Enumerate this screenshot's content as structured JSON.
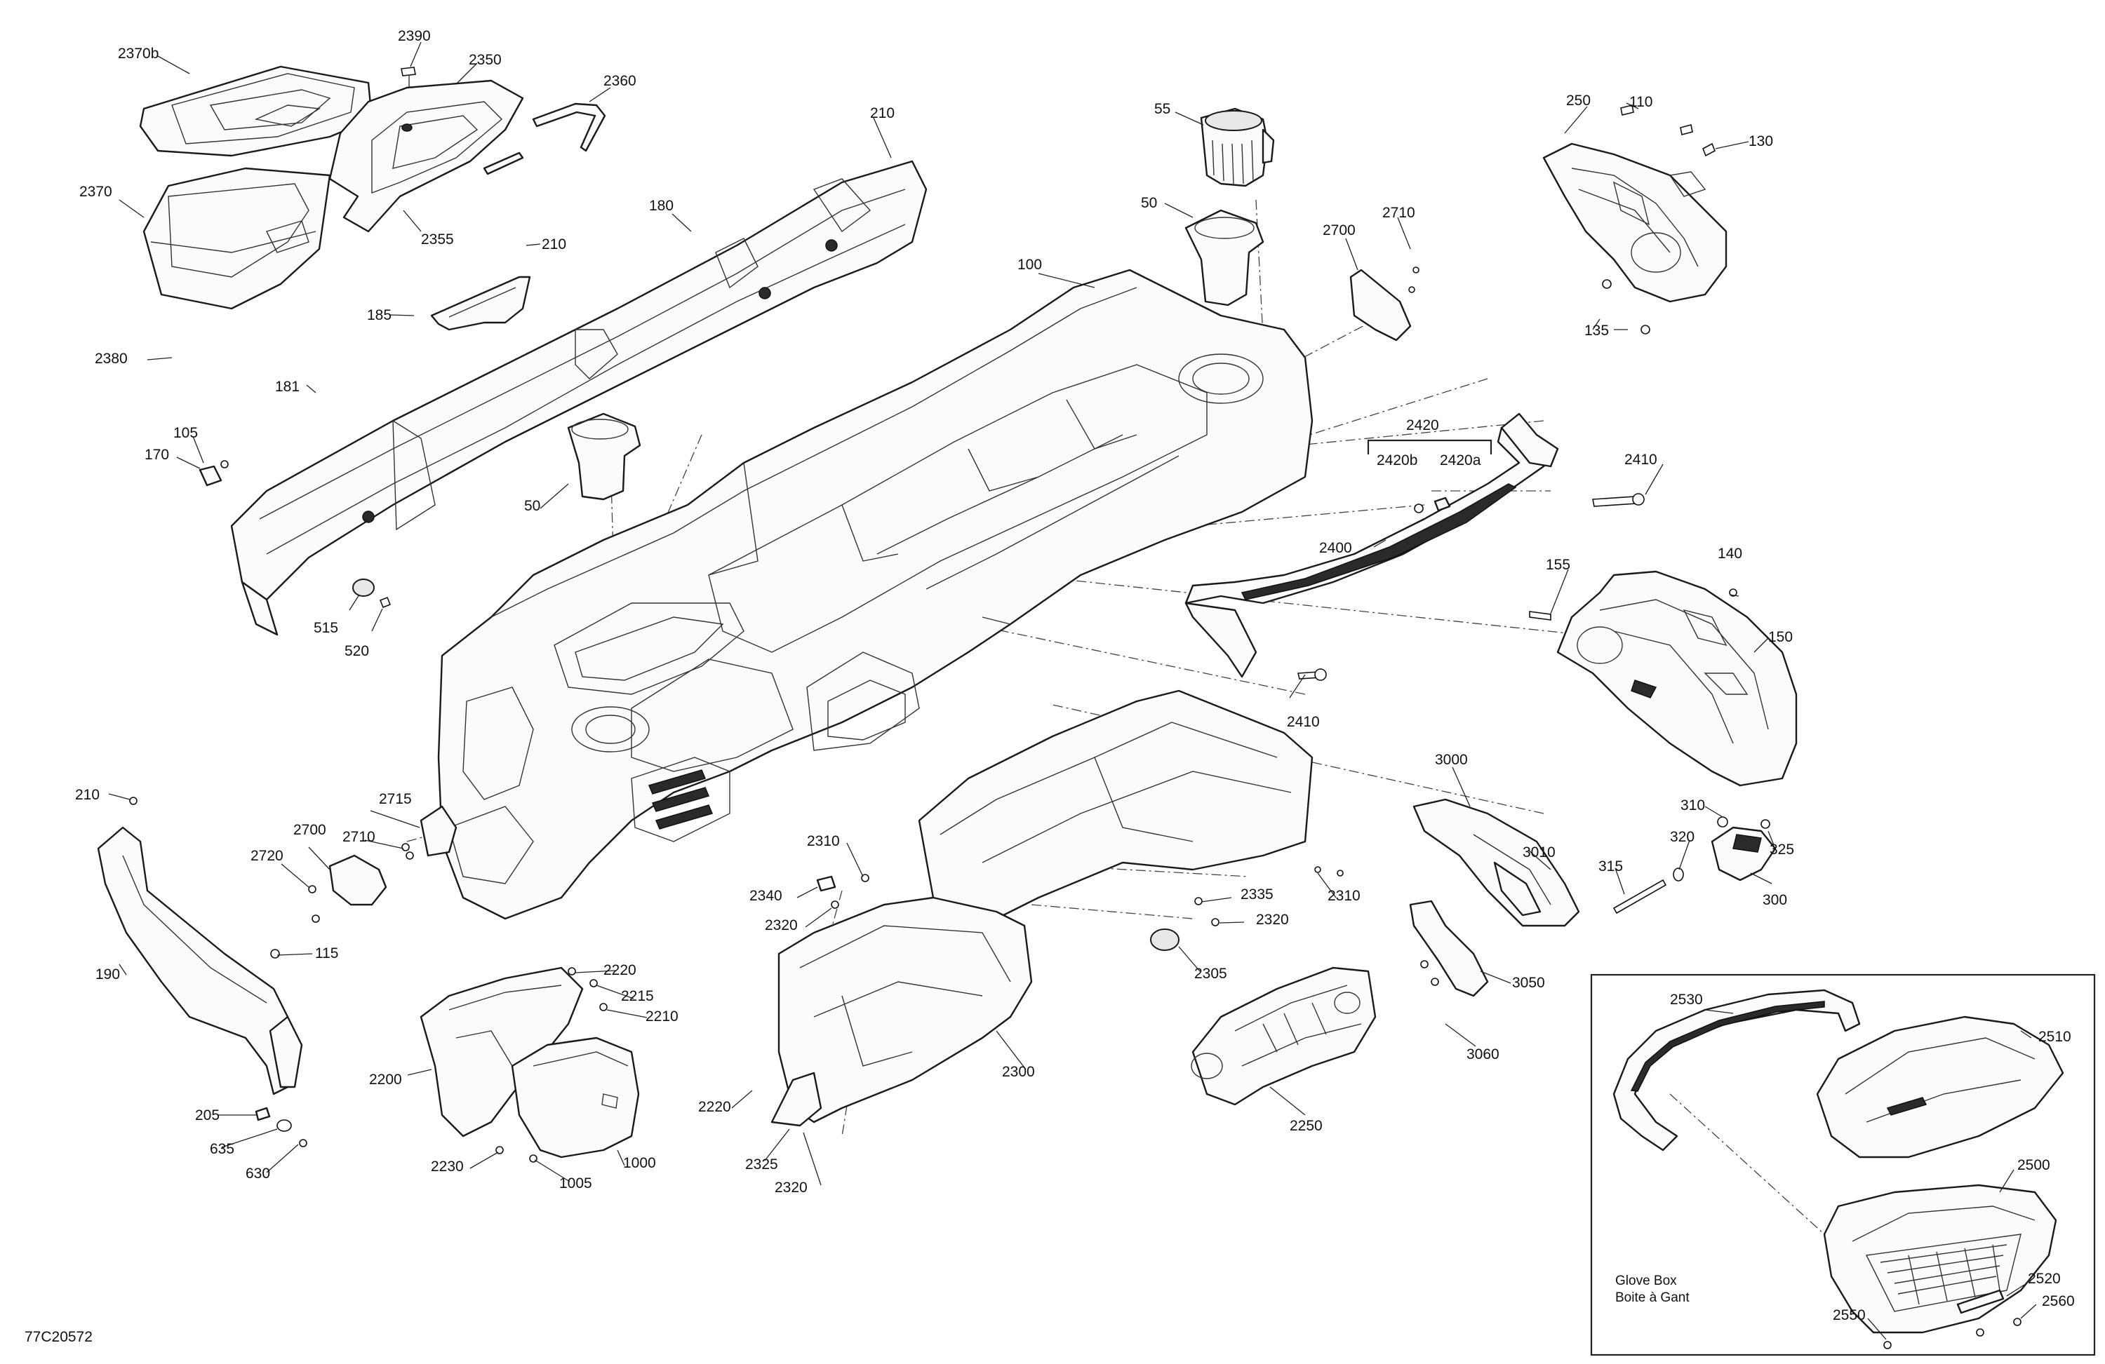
{
  "diagram_id": "77C20572",
  "inset": {
    "caption_en": "Glove Box",
    "caption_fr": "Boite à Gant"
  },
  "labels": {
    "p2370b": "2370b",
    "p2390": "2390",
    "p2350": "2350",
    "p2360": "2360",
    "p2370": "2370",
    "p2355": "2355",
    "p2380": "2380",
    "p210a": "210",
    "p180": "180",
    "p210b": "210",
    "p185": "185",
    "p181": "181",
    "p105": "105",
    "p170": "170",
    "p515": "515",
    "p520": "520",
    "p55": "55",
    "p50a": "50",
    "p50b": "50",
    "p100": "100",
    "p2700a": "2700",
    "p2710a": "2710",
    "p250": "250",
    "p110": "110",
    "p130": "130",
    "p135": "135",
    "p2420": "2420",
    "p2420b": "2420b",
    "p2420a": "2420a",
    "p2410a": "2410",
    "p2400": "2400",
    "p2410b": "2410",
    "p155": "155",
    "p140": "140",
    "p150": "150",
    "p210c": "210",
    "p2715": "2715",
    "p2710b": "2710",
    "p2700b": "2700",
    "p2720": "2720",
    "p115": "115",
    "p190": "190",
    "p205": "205",
    "p635": "635",
    "p630": "630",
    "p2220a": "2220",
    "p2215": "2215",
    "p2210": "2210",
    "p2200": "2200",
    "p2230": "2230",
    "p1005": "1005",
    "p1000": "1000",
    "p2310a": "2310",
    "p2340": "2340",
    "p2320a": "2320",
    "p2335": "2335",
    "p2320b": "2320",
    "p2305": "2305",
    "p2300": "2300",
    "p2220b": "2220",
    "p2325": "2325",
    "p2320c": "2320",
    "p2310b": "2310",
    "p3000": "3000",
    "p3010": "3010",
    "p3050": "3050",
    "p3060": "3060",
    "p2250": "2250",
    "p310": "310",
    "p320": "320",
    "p325": "325",
    "p315": "315",
    "p300": "300",
    "p2530": "2530",
    "p2510": "2510",
    "p2500": "2500",
    "p2520": "2520",
    "p2560": "2560",
    "p2550": "2550"
  }
}
